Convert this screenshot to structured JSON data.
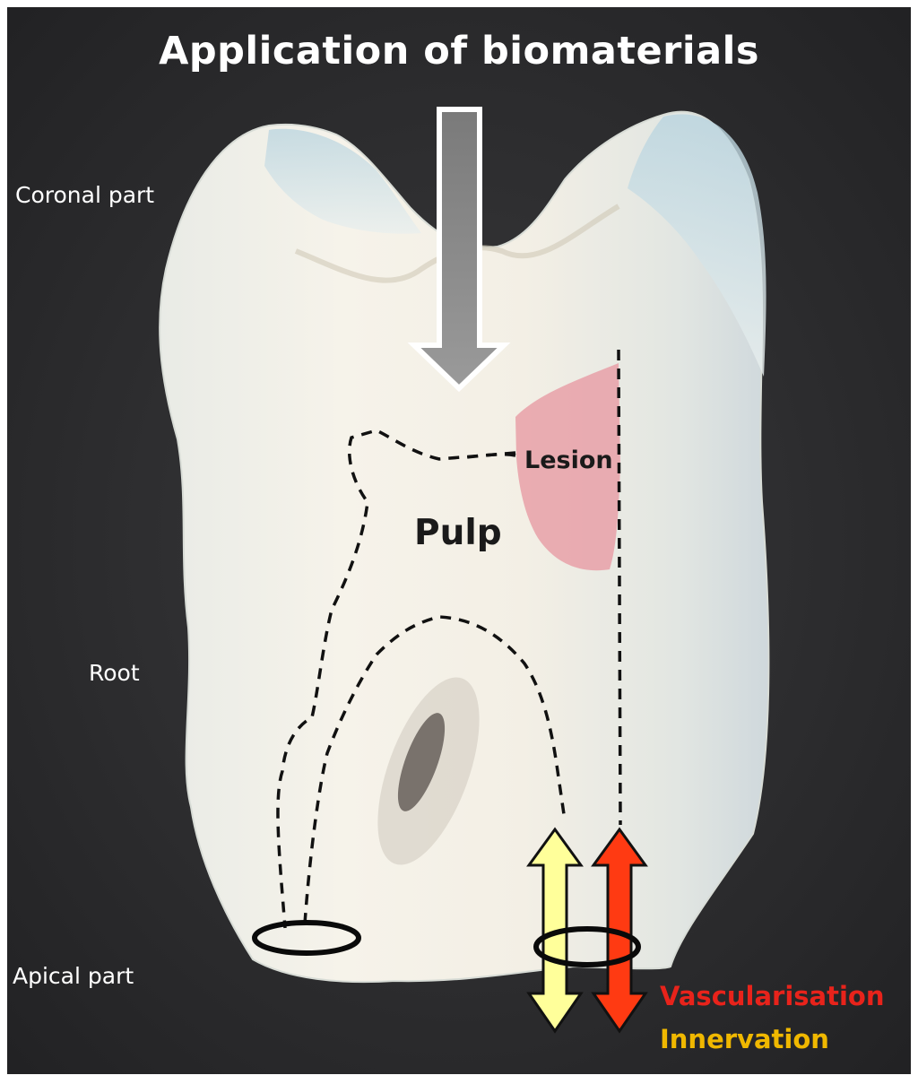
{
  "title": "Application of biomaterials",
  "regions": {
    "coronal": "Coronal part",
    "root": "Root",
    "apical": "Apical part"
  },
  "structures": {
    "pulp": "Pulp",
    "lesion": "Lesion"
  },
  "legend": {
    "vascularisation": "Vascularisation",
    "innervation": "Innervation"
  },
  "colors": {
    "background": "#2b2b2d",
    "lesion": "#e8a0a8",
    "vascularisation": "#e8231b",
    "innervation": "#f0b800",
    "vascularisation_arrow": "#ff3a12",
    "innervation_arrow": "#ffff9a"
  }
}
